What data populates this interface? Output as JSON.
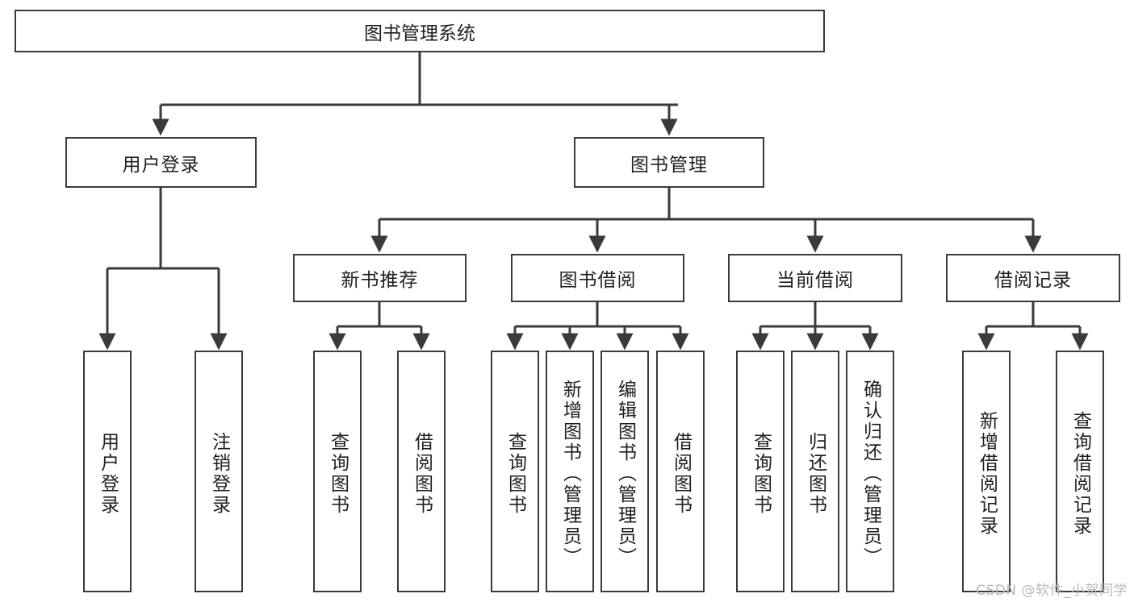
{
  "diagram": {
    "title": "图书管理系统",
    "type": "tree-hierarchy",
    "colors": {
      "box_border": "#3a3a3a",
      "box_fill": "#ffffff",
      "edge": "#3a3a3a",
      "text": "#1f1f1f",
      "watermark": "#b9b9b9"
    },
    "root": {
      "label": "图书管理系统"
    },
    "level2": [
      {
        "label": "用户登录"
      },
      {
        "label": "图书管理"
      }
    ],
    "level3": [
      {
        "label": "新书推荐"
      },
      {
        "label": "图书借阅"
      },
      {
        "label": "当前借阅"
      },
      {
        "label": "借阅记录"
      }
    ],
    "leaves": [
      {
        "label": "用户登录",
        "parent": "用户登录"
      },
      {
        "label": "注销登录",
        "parent": "用户登录"
      },
      {
        "label": "查询图书",
        "parent": "新书推荐"
      },
      {
        "label": "借阅图书",
        "parent": "新书推荐"
      },
      {
        "label": "查询图书",
        "parent": "图书借阅"
      },
      {
        "label": "新增图书（管理员）",
        "parent": "图书借阅"
      },
      {
        "label": "编辑图书（管理员）",
        "parent": "图书借阅"
      },
      {
        "label": "借阅图书",
        "parent": "图书借阅"
      },
      {
        "label": "查询图书",
        "parent": "当前借阅"
      },
      {
        "label": "归还图书",
        "parent": "当前借阅"
      },
      {
        "label": "确认归还（管理员）",
        "parent": "当前借阅"
      },
      {
        "label": "新增借阅记录",
        "parent": "借阅记录"
      },
      {
        "label": "查询借阅记录",
        "parent": "借阅记录"
      }
    ]
  },
  "watermark": {
    "text": "CSDN @软件_小贺同学"
  }
}
